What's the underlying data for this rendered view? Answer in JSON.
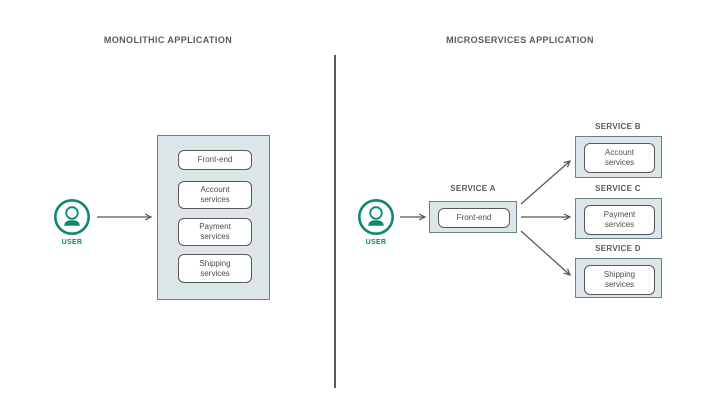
{
  "colors": {
    "teal": "#0e8672",
    "container_fill": "#dce6e9",
    "container_border": "#6b7f84",
    "box_border": "#595959",
    "text_dark": "#4d4d4d",
    "title_gray": "#5a5a5a",
    "arrow": "#565656",
    "divider": "#5a5a5a"
  },
  "left": {
    "title": "MONOLITHIC APPLICATION",
    "user_label": "USER",
    "boxes": [
      "Front-end",
      "Account services",
      "Payment services",
      "Shipping services"
    ]
  },
  "right": {
    "title": "MICROSERVICES APPLICATION",
    "user_label": "USER",
    "service_a": {
      "label": "SERVICE A",
      "box": "Front-end"
    },
    "services": [
      {
        "label": "SERVICE B",
        "box": "Account services"
      },
      {
        "label": "SERVICE C",
        "box": "Payment services"
      },
      {
        "label": "SERVICE D",
        "box": "Shipping services"
      }
    ]
  }
}
